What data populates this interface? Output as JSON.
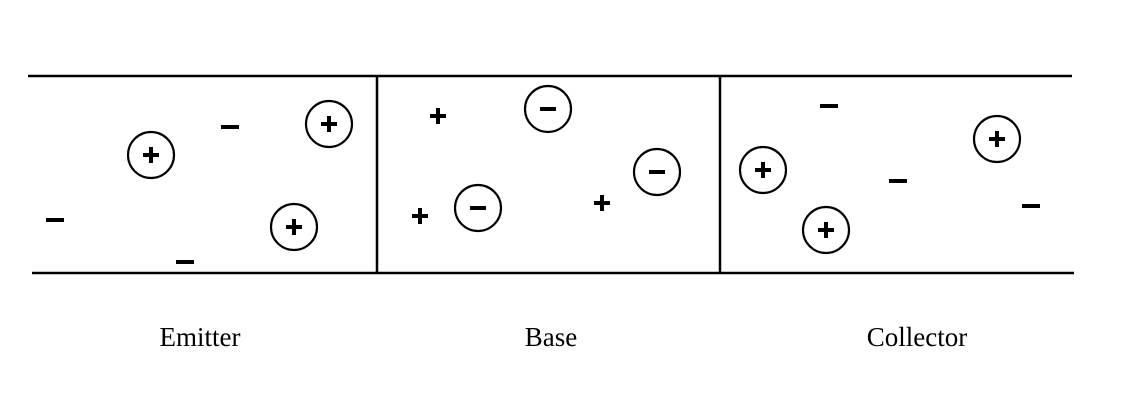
{
  "diagram": {
    "regions": [
      {
        "label": "Emitter"
      },
      {
        "label": "Base"
      },
      {
        "label": "Collector"
      }
    ]
  }
}
